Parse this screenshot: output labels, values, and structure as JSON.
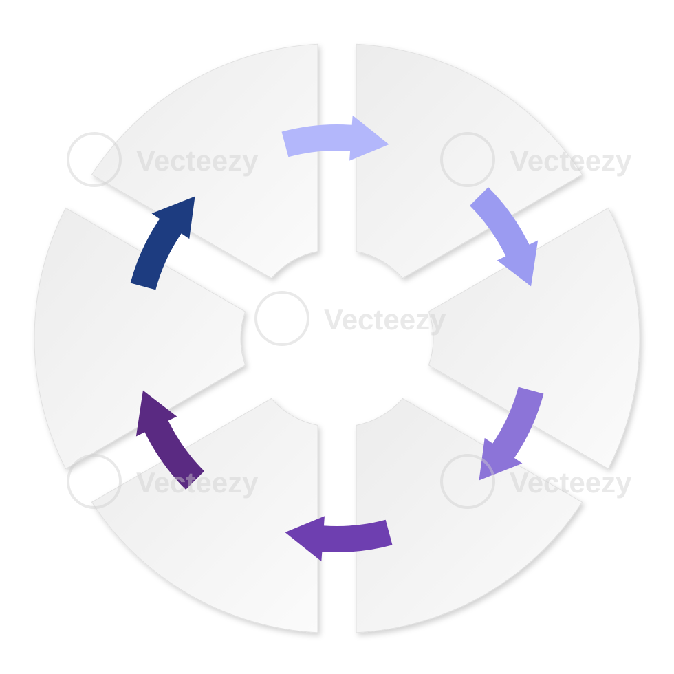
{
  "diagram": {
    "type": "cycle",
    "segment_count": 6,
    "segment_fill": "#f4f4f4",
    "segment_edge": "#e0e0e0",
    "arrow_colors": [
      "#b3b7fb",
      "#9b9bf1",
      "#8c74d8",
      "#6e3fb0",
      "#5a2a82",
      "#1d3c80"
    ]
  },
  "watermark": {
    "text": "Vecteezy"
  }
}
